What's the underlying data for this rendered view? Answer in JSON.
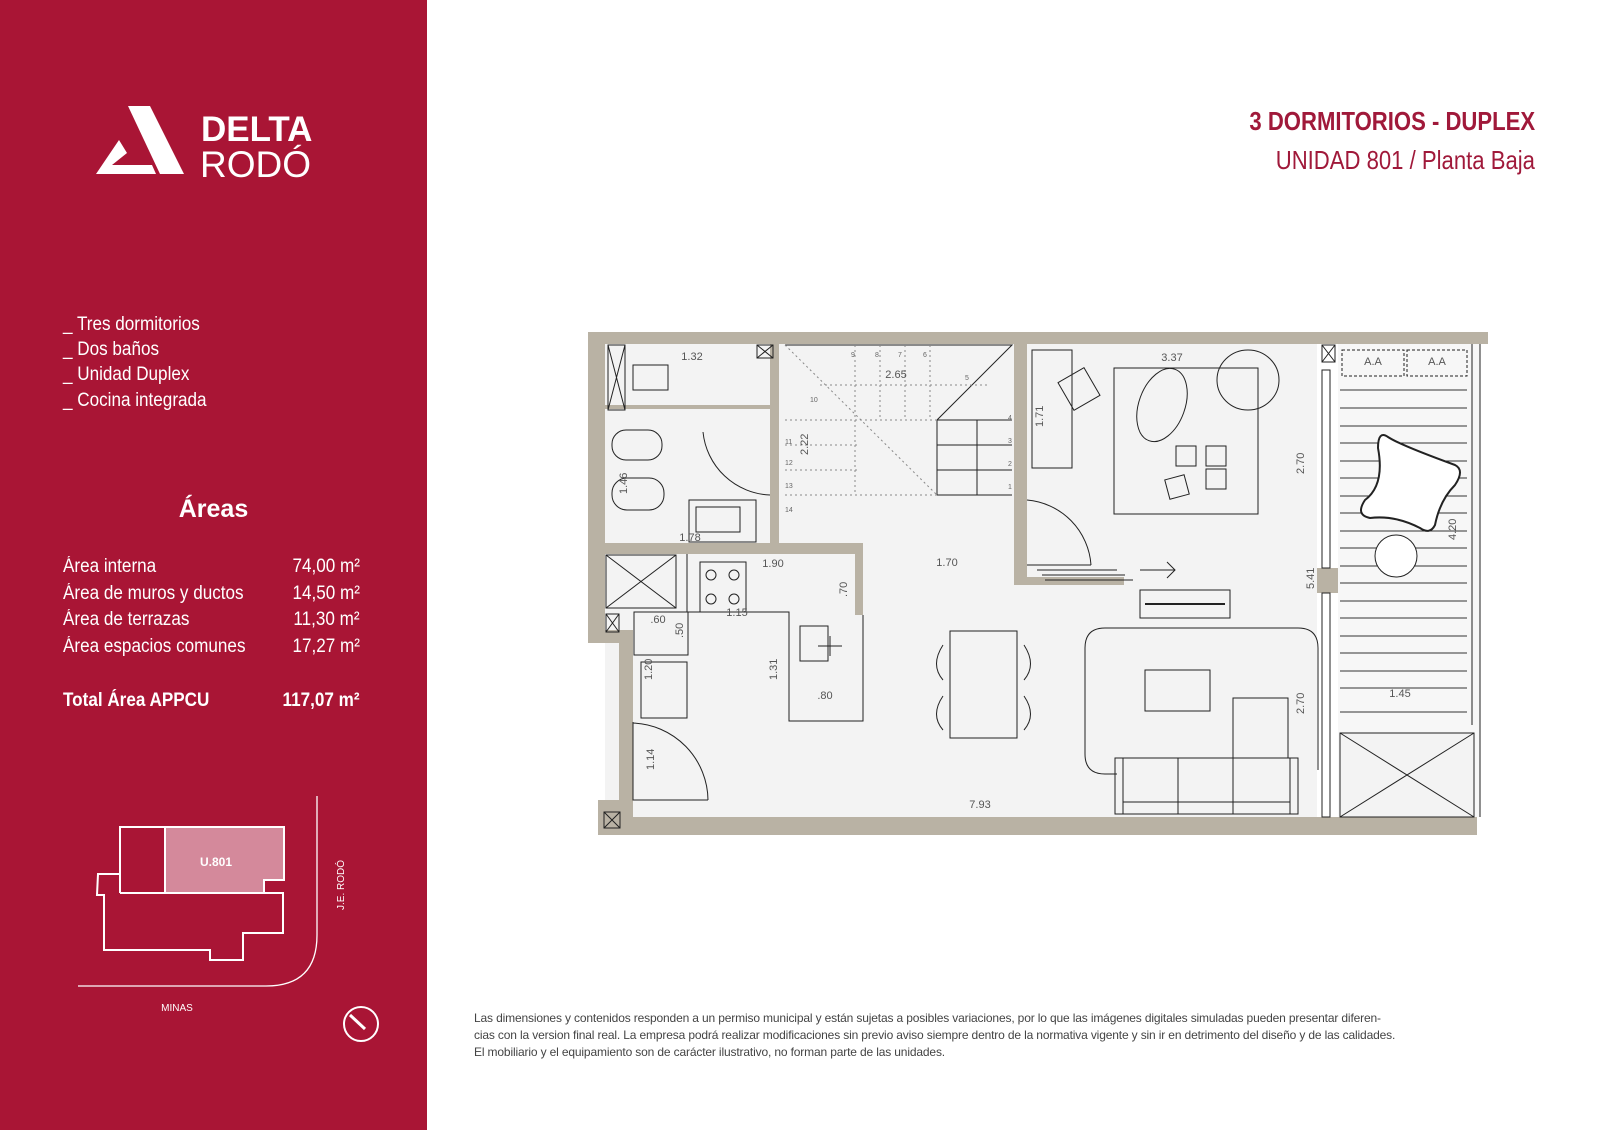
{
  "brand": {
    "line1": "DELTA",
    "line2": "RODÓ"
  },
  "header": {
    "title": "3 DORMITORIOS - DUPLEX",
    "subtitle": "UNIDAD 801 / Planta Baja"
  },
  "features": [
    "_ Tres dormitorios",
    "_ Dos baños",
    "_ Unidad Duplex",
    "_ Cocina integrada"
  ],
  "areas": {
    "title": "Áreas",
    "rows": [
      {
        "label": "Área interna",
        "value": "74,00 m²"
      },
      {
        "label": "Área de muros y ductos",
        "value": "14,50 m²"
      },
      {
        "label": "Área de terrazas",
        "value": "11,30 m²"
      },
      {
        "label": "Área espacios comunes",
        "value": "17,27 m²"
      }
    ],
    "total": {
      "label": "Total Área APPCU",
      "value": "117,07 m²"
    }
  },
  "site_plan": {
    "unit_label": "U.801",
    "street_east": "J.E. RODÓ",
    "street_south": "MINAS"
  },
  "floor_plan": {
    "dimensions": [
      "1.32",
      "2.65",
      "2.22",
      "1.46",
      "1.78",
      "1.90",
      ".70",
      "1.15",
      ".60",
      ".50",
      "1.31",
      "1.20",
      ".80",
      "1.14",
      "7.93",
      "1.70",
      "1.71",
      "3.37",
      "2.70",
      "5.41",
      "2.70",
      "4.20",
      "1.45"
    ],
    "ac_labels": [
      "A.A",
      "A.A"
    ],
    "stair_steps": [
      "1",
      "2",
      "3",
      "4",
      "5",
      "6",
      "7",
      "8",
      "9",
      "10",
      "11",
      "12",
      "13",
      "14"
    ]
  },
  "disclaimer": [
    "Las dimensiones y contenidos responden a un permiso municipal y están sujetas a posibles variaciones, por lo que las imágenes digitales simuladas pueden presentar diferen-",
    "cias con la version final real. La empresa podrá realizar modificaciones sin previo aviso siempre dentro de la normativa vigente y sin ir en detrimento del diseño y de las calidades.",
    "El mobiliario y el equipamiento  son de carácter ilustrativo, no forman parte de las unidades."
  ],
  "colors": {
    "brand": "#A91535",
    "title": "#A0193A",
    "wall": "#B9B2A4",
    "floor": "#F3F3F3",
    "unit_highlight": "#D4899B"
  }
}
